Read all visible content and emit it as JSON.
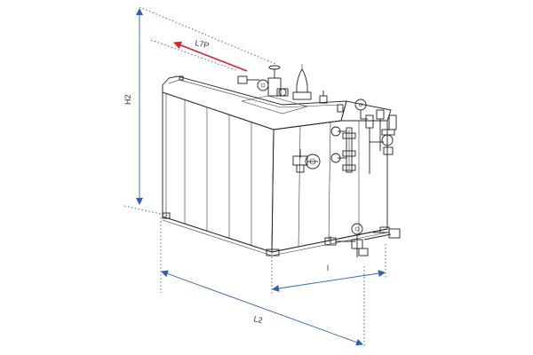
{
  "dimensions": {
    "height_label": "H2",
    "width_label": "l",
    "length_label": "L2",
    "top_label": "L7P"
  },
  "colors": {
    "dimension_line": "#2f5fb0",
    "arrow_highlight": "#d9262c",
    "outline": "#222222"
  },
  "icons": {
    "valve": "valve-icon",
    "pressure_gauge": "pressure-gauge-icon",
    "safety_valve": "safety-valve-icon"
  }
}
